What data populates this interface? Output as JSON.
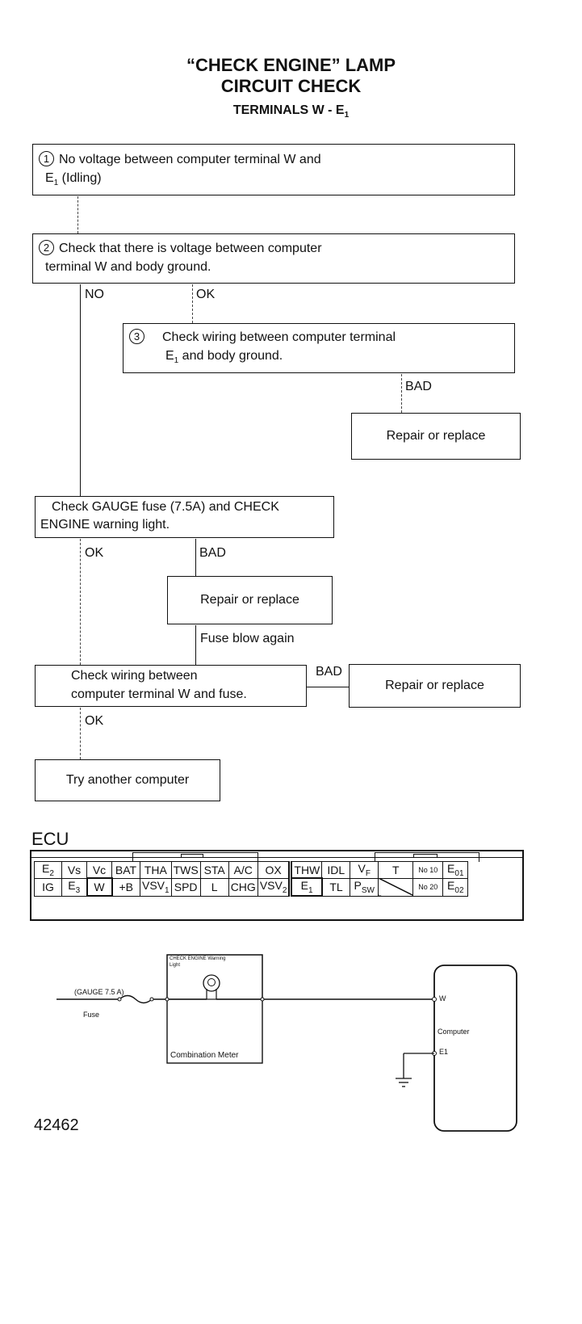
{
  "header": {
    "title_line1": "“CHECK ENGINE” LAMP",
    "title_line2": "CIRCUIT CHECK",
    "subtitle_main": "TERMINALS W - E",
    "subtitle_sub": "1"
  },
  "flow": {
    "step1": {
      "num": "1",
      "line1": "No voltage between computer terminal W and",
      "line2_main": "E",
      "line2_sub": "1",
      "line2_rest": " (Idling)"
    },
    "step2": {
      "num": "2",
      "line1": "Check that there is voltage between computer",
      "line2": "terminal W and body ground."
    },
    "label_no": "NO",
    "label_ok1": "OK",
    "step3": {
      "num": "3",
      "line1": "Check wiring between computer terminal",
      "line2_main": "E",
      "line2_sub": "1",
      "line2_rest": " and body ground."
    },
    "label_bad1": "BAD",
    "repair1": "Repair or replace",
    "step4": {
      "line1": "Check GAUGE fuse (7.5A) and CHECK",
      "line2": "ENGINE warning light."
    },
    "label_ok2": "OK",
    "label_bad2": "BAD",
    "repair2": "Repair or replace",
    "label_fuse_blow": "Fuse blow again",
    "step5": {
      "line1": "Check wiring between",
      "line2": "computer terminal W and fuse."
    },
    "label_bad3": "BAD",
    "repair3": "Repair or replace",
    "label_ok3": "OK",
    "step6": "Try another computer"
  },
  "ecu": {
    "label": "ECU",
    "row1": [
      "E2",
      "Vs",
      "Vc",
      "BAT",
      "THA",
      "TWS",
      "STA",
      "A/C",
      "OX",
      "THW",
      "IDL",
      "VF",
      "T",
      "No 10",
      "E01"
    ],
    "row2": [
      "IG",
      "E3",
      "W",
      "+B",
      "VSV1",
      "SPD",
      "L",
      "CHG",
      "VSV2",
      "E1",
      "TL",
      "Psw",
      "",
      "No 20",
      "E02"
    ]
  },
  "circuit": {
    "gauge_label": "(GAUGE 7.5 A)",
    "fuse_label": "Fuse",
    "warning_label_line1": "CHECK ENGINE Warning",
    "warning_label_line2": "Light",
    "combination_meter": "Combination Meter",
    "terminal_w": "W",
    "computer_label": "Computer",
    "terminal_e": "E1"
  },
  "figure_number": "42462"
}
